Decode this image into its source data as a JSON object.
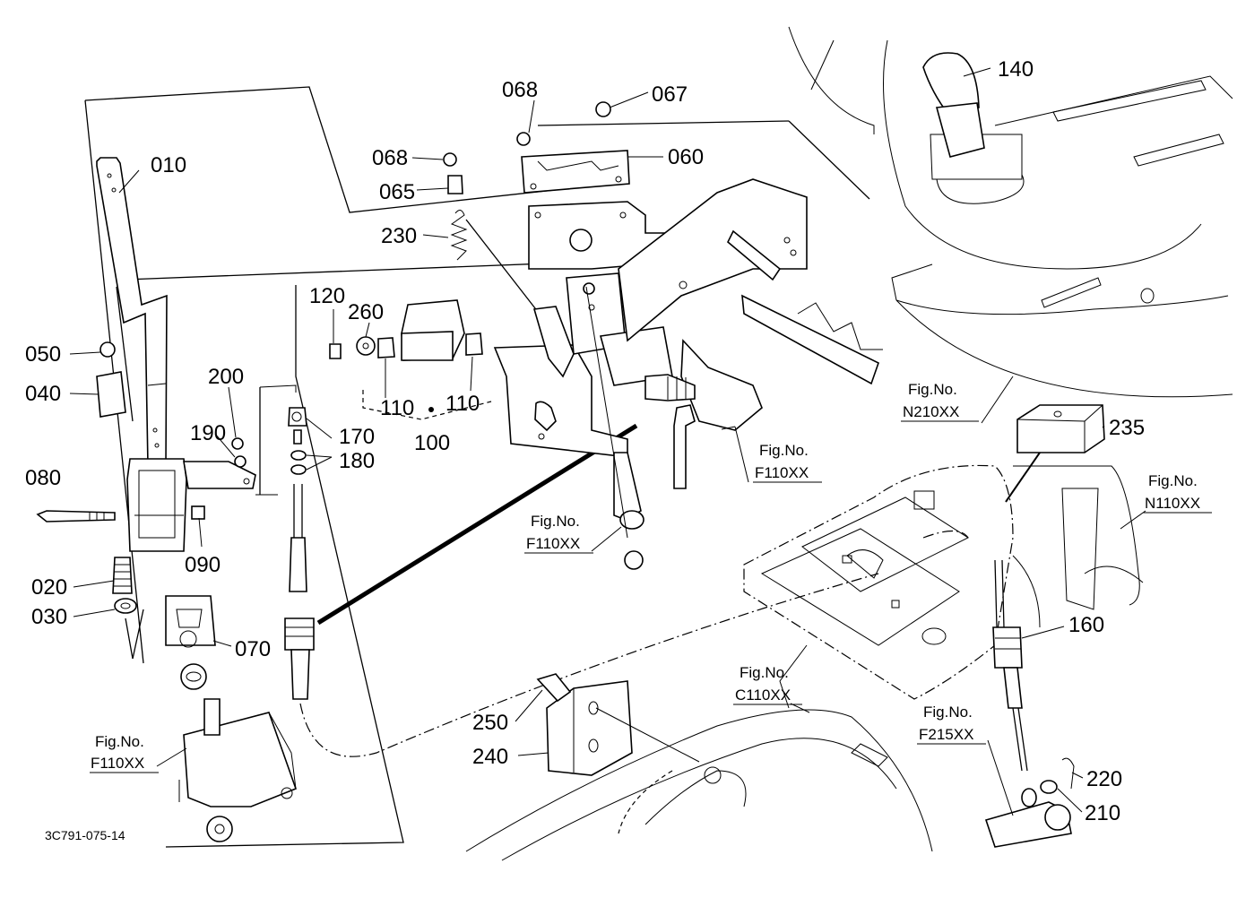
{
  "labels": {
    "p010": "010",
    "p020": "020",
    "p030": "030",
    "p040": "040",
    "p050": "050",
    "p060": "060",
    "p065": "065",
    "p067": "067",
    "p068a": "068",
    "p068b": "068",
    "p070": "070",
    "p080": "080",
    "p090": "090",
    "p100": "100",
    "p110a": "110",
    "p110b": "110",
    "p120": "120",
    "p140": "140",
    "p160": "160",
    "p170": "170",
    "p180": "180",
    "p190": "190",
    "p200": "200",
    "p210": "210",
    "p220": "220",
    "p230": "230",
    "p235": "235",
    "p240": "240",
    "p250": "250",
    "p260": "260"
  },
  "figrefs": {
    "fig_caption": "Fig.No.",
    "ref_n210": "N210XX",
    "ref_f110_center": "F110XX",
    "ref_f110_mid": "F110XX",
    "ref_f110_left": "F110XX",
    "ref_n110": "N110XX",
    "ref_c110": "C110XX",
    "ref_f215": "F215XX"
  },
  "drawing_code": "3C791-075-14"
}
